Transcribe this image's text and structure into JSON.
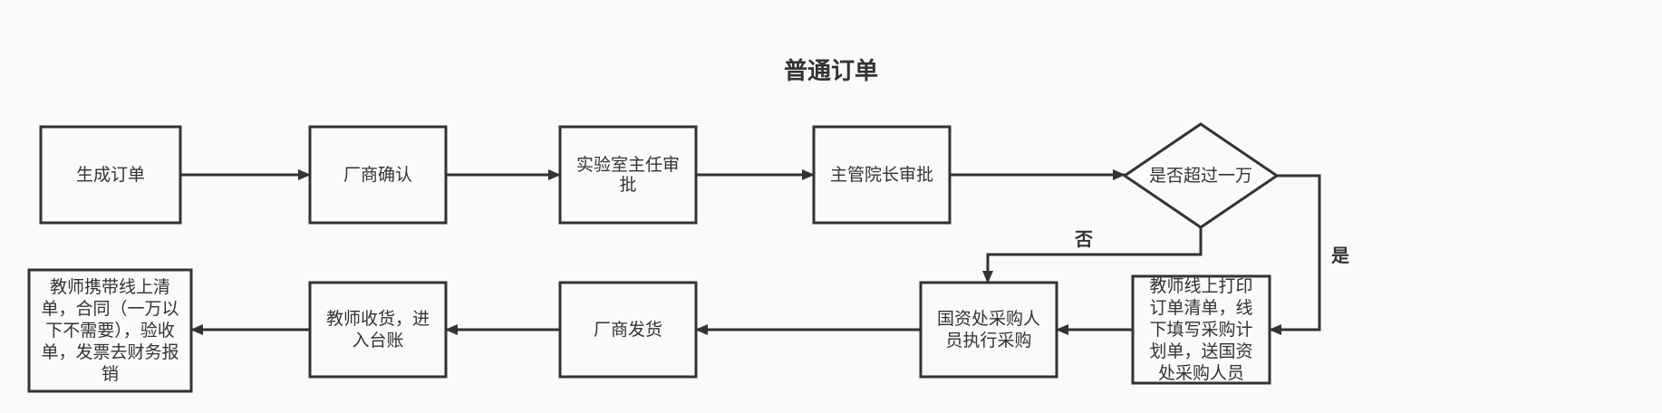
{
  "title": "普通订单",
  "nodes": {
    "generate": "生成订单",
    "vendor_confirm": "厂商确认",
    "lab_director": "实验室主任审批",
    "dean": "主管院长审批",
    "decision": "是否超过一万",
    "print_form": "教师线上打印订单清单，线下填写采购计划单，送国资处采购人员",
    "procurement": "国资处采购人员执行采购",
    "vendor_ship": "厂商发货",
    "receive": "教师收货，进入台账",
    "reimburse": "教师携带线上清单，合同（一万以下不需要），验收单，发票去财务报销"
  },
  "edge_labels": {
    "no": "否",
    "yes": "是"
  }
}
